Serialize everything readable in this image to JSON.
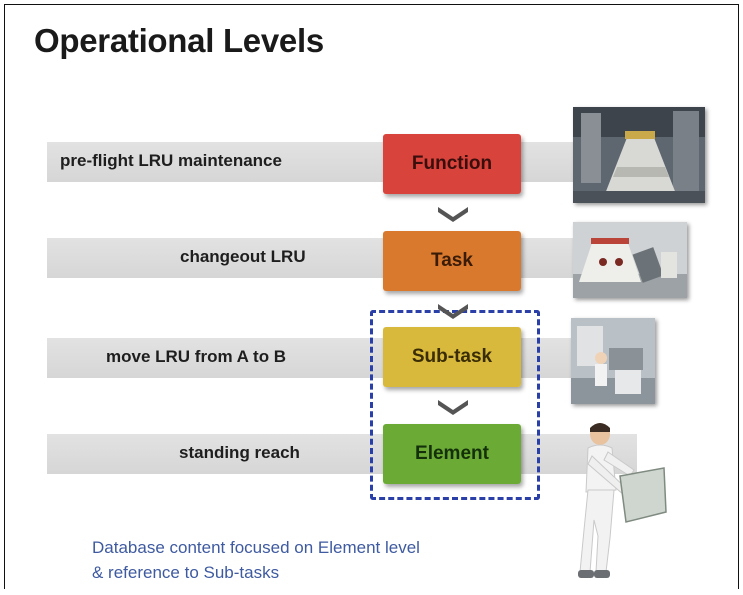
{
  "title": "Operational Levels",
  "rows": [
    {
      "description": "pre-flight LRU maintenance",
      "level": "Function",
      "color": "#d8433b",
      "text_color": "#3a0e0c"
    },
    {
      "description": "changeout LRU",
      "level": "Task",
      "color": "#d9792e",
      "text_color": "#3a1c06"
    },
    {
      "description": "move LRU from A to B",
      "level": "Sub-task",
      "color": "#d8b93c",
      "text_color": "#3a2c04"
    },
    {
      "description": "standing reach",
      "level": "Element",
      "color": "#6bab35",
      "text_color": "#14300a"
    }
  ],
  "highlight_color": "#2b3fa8",
  "note": {
    "line1": "Database content focused on Element level",
    "line2": "& reference to Sub-tasks"
  },
  "icons": {
    "chevron": "chevron-down-icon",
    "photos": [
      "capsule-photo",
      "capsule-model-photo",
      "workstation-photo",
      "human-figure-illustration"
    ]
  }
}
